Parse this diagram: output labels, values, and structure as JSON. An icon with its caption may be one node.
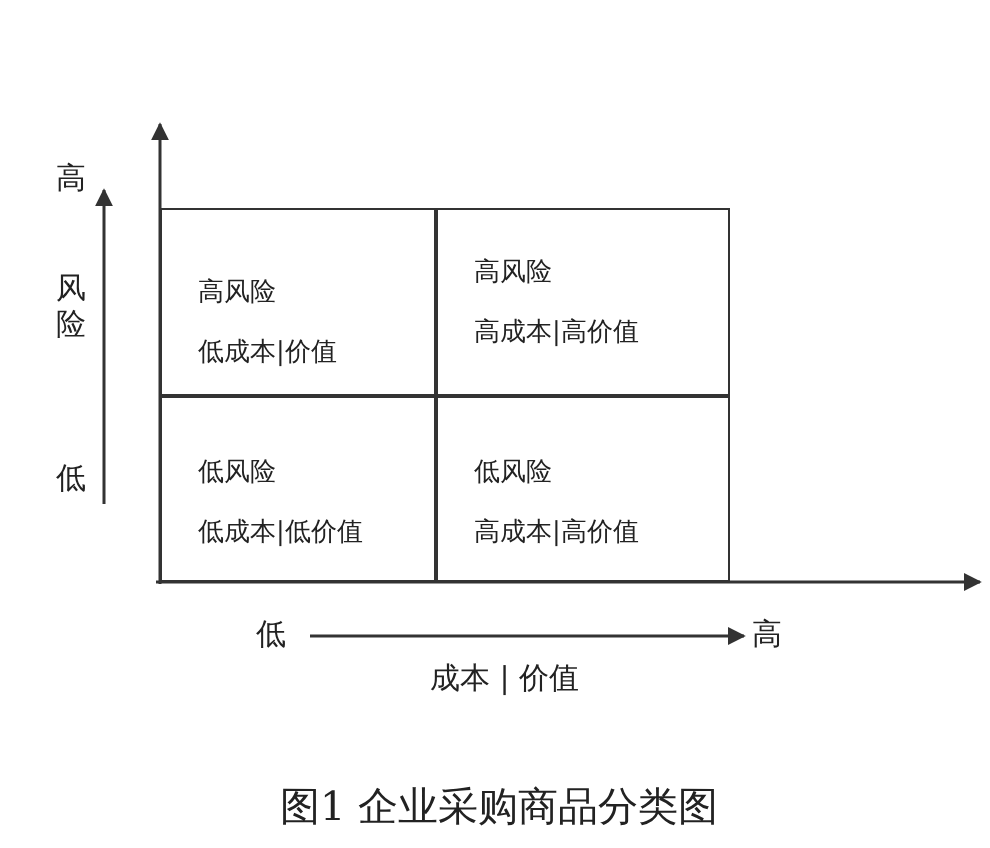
{
  "diagram": {
    "caption": "图1 企业采购商品分类图",
    "nodes": [
      {
        "text": [
          "高风险",
          "低成本|价值"
        ]
      },
      {
        "text": [
          "高风险",
          "高成本|高价值"
        ]
      },
      {
        "text": [
          "低风险",
          "低成本|低价值"
        ]
      },
      {
        "text": [
          "低风险",
          "高成本|高价值"
        ]
      }
    ],
    "labels": [
      "高",
      "风险",
      "低",
      "低",
      "高",
      "成本 | 价值"
    ]
  }
}
